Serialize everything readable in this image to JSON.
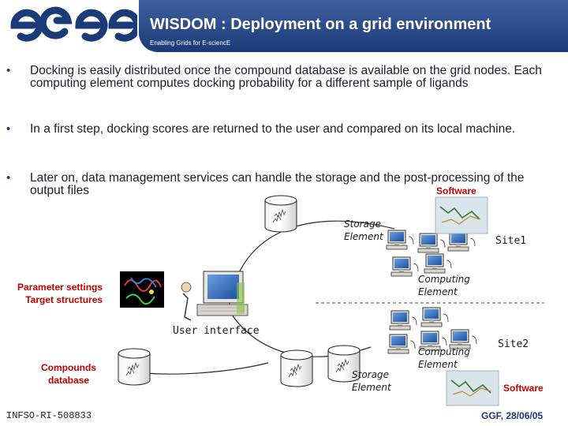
{
  "header": {
    "logo_text": "egee",
    "title": "WISDOM : Deployment on a grid environment",
    "tagline": "Enabling Grids for E-sciencE"
  },
  "bullets": [
    "Docking is easily distributed once the compound database is available on the grid nodes. Each computing element computes docking probability for a different sample of ligands",
    "In a first step, docking scores are returned to the user and compared on its local machine.",
    "Later on, data management services can handle the storage and the post-processing of the output files"
  ],
  "diagram": {
    "software_top": "Software",
    "storage_element_top": [
      "Storage",
      "Element"
    ],
    "site1": "Site1",
    "computing_element_top": [
      "Computing",
      "Element"
    ],
    "parameter_settings": [
      "Parameter settings",
      "Target structures"
    ],
    "user_interface": "User interface",
    "compounds_database": [
      "Compounds",
      "database"
    ],
    "storage_element_bottom": [
      "Storage",
      "Element"
    ],
    "computing_element_bottom": [
      "Computing",
      "Element"
    ],
    "site2": "Site2",
    "software_bottom": "Software"
  },
  "footer": {
    "left": "INFSO-RI-508833",
    "right": "GGF, 28/06/05"
  },
  "colors": {
    "brand_blue": "#1b3a78",
    "label_red": "#c00000"
  }
}
